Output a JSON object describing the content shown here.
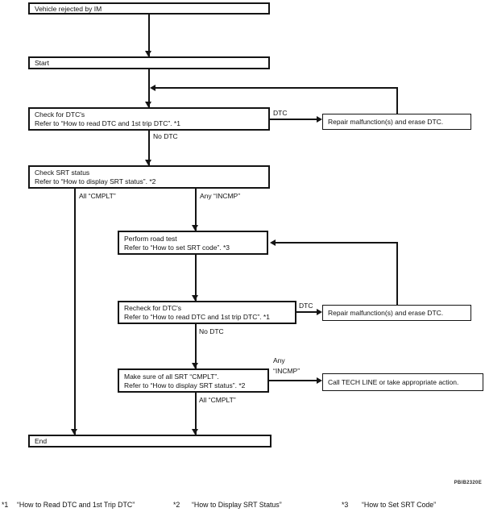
{
  "figure_code": "PBIB2320E",
  "flowchart": {
    "boxes": {
      "vehicle_rejected": {
        "line1": "Vehicle rejected by IM"
      },
      "start": {
        "line1": "Start"
      },
      "check_dtc": {
        "line1": "Check for DTC's",
        "line2": "Refer to “How to read DTC and 1st trip DTC”. *1"
      },
      "repair_1": {
        "line1": "Repair malfunction(s) and erase DTC."
      },
      "check_srt": {
        "line1": "Check SRT status",
        "line2": "Refer to “How to display SRT status”. *2"
      },
      "perform_road_test": {
        "line1": "Perform road test",
        "line2": "Refer to “How to set SRT code”. *3"
      },
      "recheck_dtc": {
        "line1": "Recheck for DTC's",
        "line2": "Refer to “How to read DTC and 1st trip DTC”. *1"
      },
      "repair_2": {
        "line1": "Repair malfunction(s) and erase DTC."
      },
      "make_sure_srt": {
        "line1": "Make sure of all SRT “CMPLT”.",
        "line2": "Refer to “How to display SRT status”. *2"
      },
      "call_tech_line": {
        "line1": "Call TECH LINE or take appropriate action."
      },
      "end": {
        "line1": "End"
      }
    },
    "edge_labels": {
      "dtc_1": "DTC",
      "no_dtc_1": "No DTC",
      "all_cmplt_1": "All “CMPLT”",
      "any_incmp_1": "Any “INCMP”",
      "dtc_2": "DTC",
      "no_dtc_2": "No DTC",
      "any_2_line1": "Any",
      "any_2_line2": "“INCMP”",
      "all_cmplt_2": "All “CMPLT”"
    }
  },
  "footnotes": [
    {
      "marker": "*1",
      "text": "“How to Read DTC and 1st Trip DTC”"
    },
    {
      "marker": "*2",
      "text": "“How to Display SRT Status”"
    },
    {
      "marker": "*3",
      "text": "“How to Set SRT Code”"
    }
  ]
}
